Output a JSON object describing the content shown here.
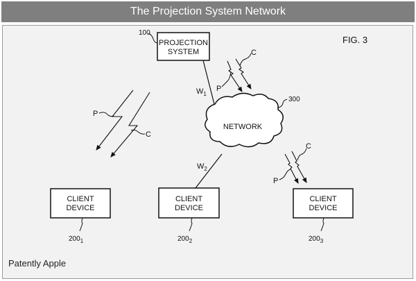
{
  "title": "The Projection System Network",
  "figure_label": "FIG. 3",
  "footer": "Patently Apple",
  "nodes": {
    "projection": {
      "line1": "PROJECTION",
      "line2": "SYSTEM",
      "ref": "100"
    },
    "network": {
      "label": "NETWORK",
      "ref": "300"
    },
    "client1": {
      "line1": "CLIENT",
      "line2": "DEVICE",
      "ref": "200",
      "sub": "1"
    },
    "client2": {
      "line1": "CLIENT",
      "line2": "DEVICE",
      "ref": "200",
      "sub": "2"
    },
    "client3": {
      "line1": "CLIENT",
      "line2": "DEVICE",
      "ref": "200",
      "sub": "3"
    }
  },
  "links": {
    "w1": {
      "label": "W",
      "sub": "1"
    },
    "w2": {
      "label": "W",
      "sub": "2"
    }
  },
  "signals": {
    "p": "P",
    "c": "C"
  }
}
